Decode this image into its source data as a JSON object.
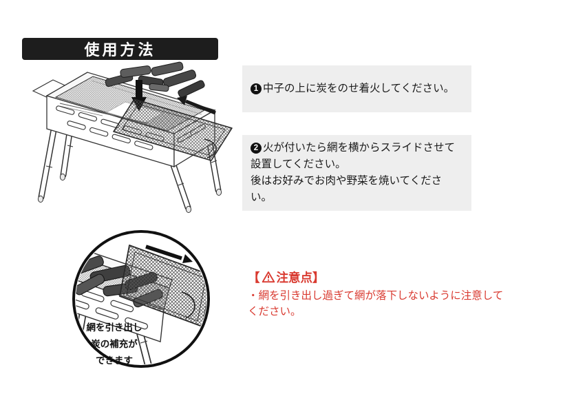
{
  "page": {
    "background_color": "#ffffff"
  },
  "header": {
    "title": "使用方法",
    "background_color": "#1d1d1d",
    "text_color": "#ffffff"
  },
  "steps": [
    {
      "number": "1",
      "text": "中子の上に炭をのせ着火してください。"
    },
    {
      "number": "2",
      "text": "火が付いたら網を横からスライドさせて\n設置してください。\n後はお好みでお肉や野菜を焼いてください。"
    }
  ],
  "detail_callout": {
    "label": "網を引き出し\n炭の補充が\nできます"
  },
  "caution": {
    "bracket_open": "【",
    "title": "注意点】",
    "body": "・網を引き出し過ぎて網が落下しないように注意して\nください。",
    "accent_color": "#d93a30",
    "icon": "warning-triangle-icon"
  },
  "illustrations": {
    "main": {
      "name": "bbq-grill-drawing",
      "icons": [
        "charcoal-pile",
        "down-arrow-icon",
        "slide-in-arrow-icon",
        "slide-net",
        "inner-tray"
      ]
    },
    "detail": {
      "name": "net-pullout-closeup-drawing",
      "icons": [
        "charcoal-pile",
        "pull-out-arrow-icon",
        "slide-net"
      ]
    }
  }
}
